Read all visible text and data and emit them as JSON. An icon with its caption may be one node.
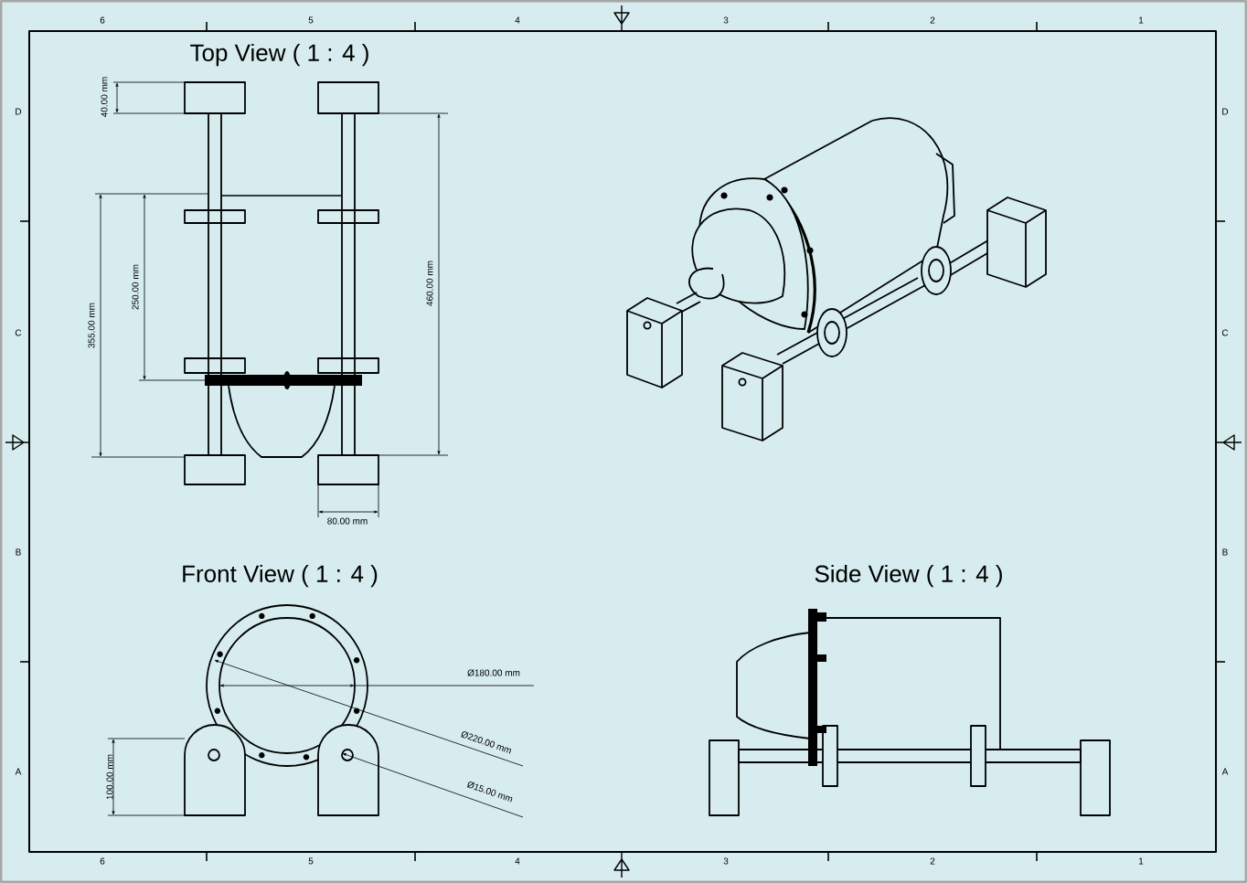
{
  "diagram": {
    "labels": [
      "6",
      "5",
      "4",
      "3",
      "2",
      "1",
      "Top View ( 1 : 4 )",
      "D",
      "D",
      "40.00 mm",
      "355.00 mm",
      "250.00 mm",
      "460.00 mm",
      "C",
      "C",
      "80.00 mm",
      "B",
      "B",
      "Front View ( 1 : 4 )",
      "Side View ( 1 : 4 )",
      "Ø180.00 mm",
      "Ø220.00 mm",
      "A",
      "A",
      "100.00 mm",
      "Ø15.00 mm",
      "6",
      "5",
      "4",
      "3",
      "2",
      "1"
    ]
  }
}
